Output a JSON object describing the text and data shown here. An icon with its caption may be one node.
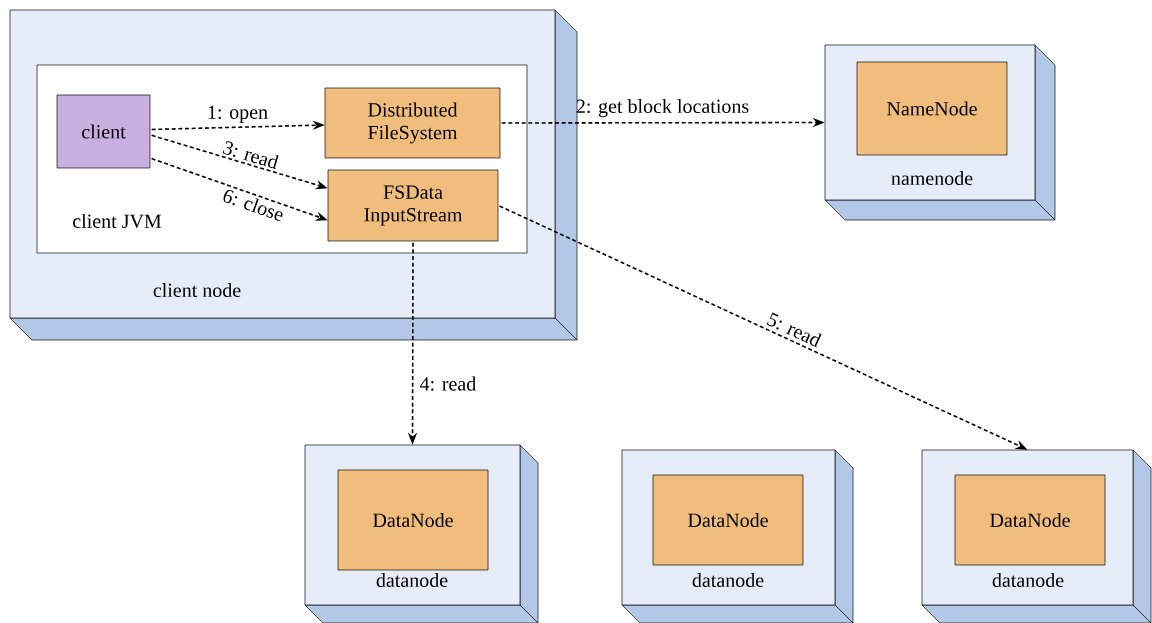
{
  "diagram": {
    "nodes": [
      {
        "text": [
          "client node"
        ]
      },
      {
        "text": [
          "client JVM"
        ],
        "in": 0
      },
      {
        "text": [
          "client"
        ],
        "in": 1
      },
      {
        "text": [
          "Distributed FileSystem"
        ],
        "in": 1
      },
      {
        "text": [
          "FSData InputStream"
        ],
        "in": 1
      },
      {
        "text": [
          "namenode"
        ]
      },
      {
        "text": [
          "NameNode"
        ],
        "in": 5
      },
      {
        "text": [
          "datanode"
        ]
      },
      {
        "text": [
          "DataNode"
        ],
        "in": 7
      },
      {
        "text": [
          "datanode"
        ]
      },
      {
        "text": [
          "DataNode"
        ],
        "in": 9
      },
      {
        "text": [
          "datanode"
        ]
      },
      {
        "text": [
          "DataNode"
        ],
        "in": 11
      }
    ],
    "edges": [
      {
        "from": 2,
        "to": 3,
        "arrow": "to",
        "label": "1: open"
      },
      {
        "from": 3,
        "to": 5,
        "arrow": "to",
        "label": "2: get block locations"
      },
      {
        "from": 2,
        "to": 4,
        "arrow": "to",
        "label": "3: read"
      },
      {
        "from": 4,
        "to": 7,
        "arrow": "to",
        "label": "4: read"
      },
      {
        "from": 4,
        "to": 11,
        "arrow": "to",
        "label": "5: read"
      },
      {
        "from": 2,
        "to": 4,
        "arrow": "to",
        "label": "6: close"
      }
    ]
  }
}
